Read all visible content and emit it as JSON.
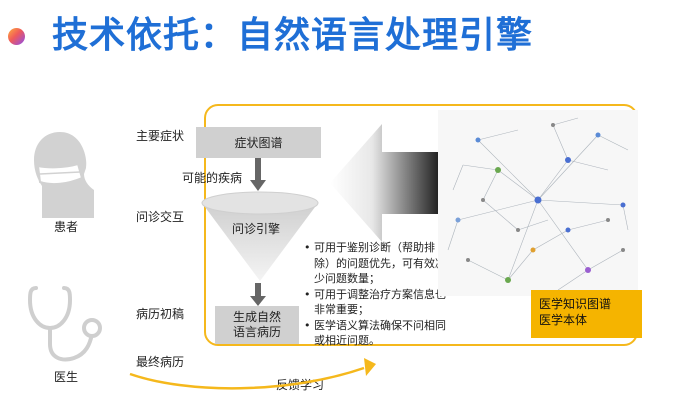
{
  "title": "技术依托：自然语言处理引擎",
  "actors": {
    "patient": "患者",
    "doctor": "医生"
  },
  "stage_labels": {
    "main_symptom": "主要症状",
    "possible_disease": "可能的疾病",
    "consultation": "问诊交互",
    "initial_record": "病历初稿",
    "final_record": "最终病历",
    "feedback": "反馈学习"
  },
  "boxes": {
    "symptom_graph": "症状图谱",
    "engine": "问诊引擎",
    "generate_line1": "生成自然",
    "generate_line2": "语言病历"
  },
  "bullets": [
    "可用于鉴别诊断（帮助排除）的问题优先，可有效减少问题数量；",
    "可用于调整治疗方案信息也非常重要；",
    "医学语义算法确保不问相同或相近问题。"
  ],
  "knowledge": {
    "line1": "医学知识图谱",
    "line2": "医学本体"
  },
  "colors": {
    "title": "#1f6fd6",
    "frame": "#f5b81c",
    "knowledge_box": "#f5b400",
    "box_gray": "#d0d0d0"
  }
}
